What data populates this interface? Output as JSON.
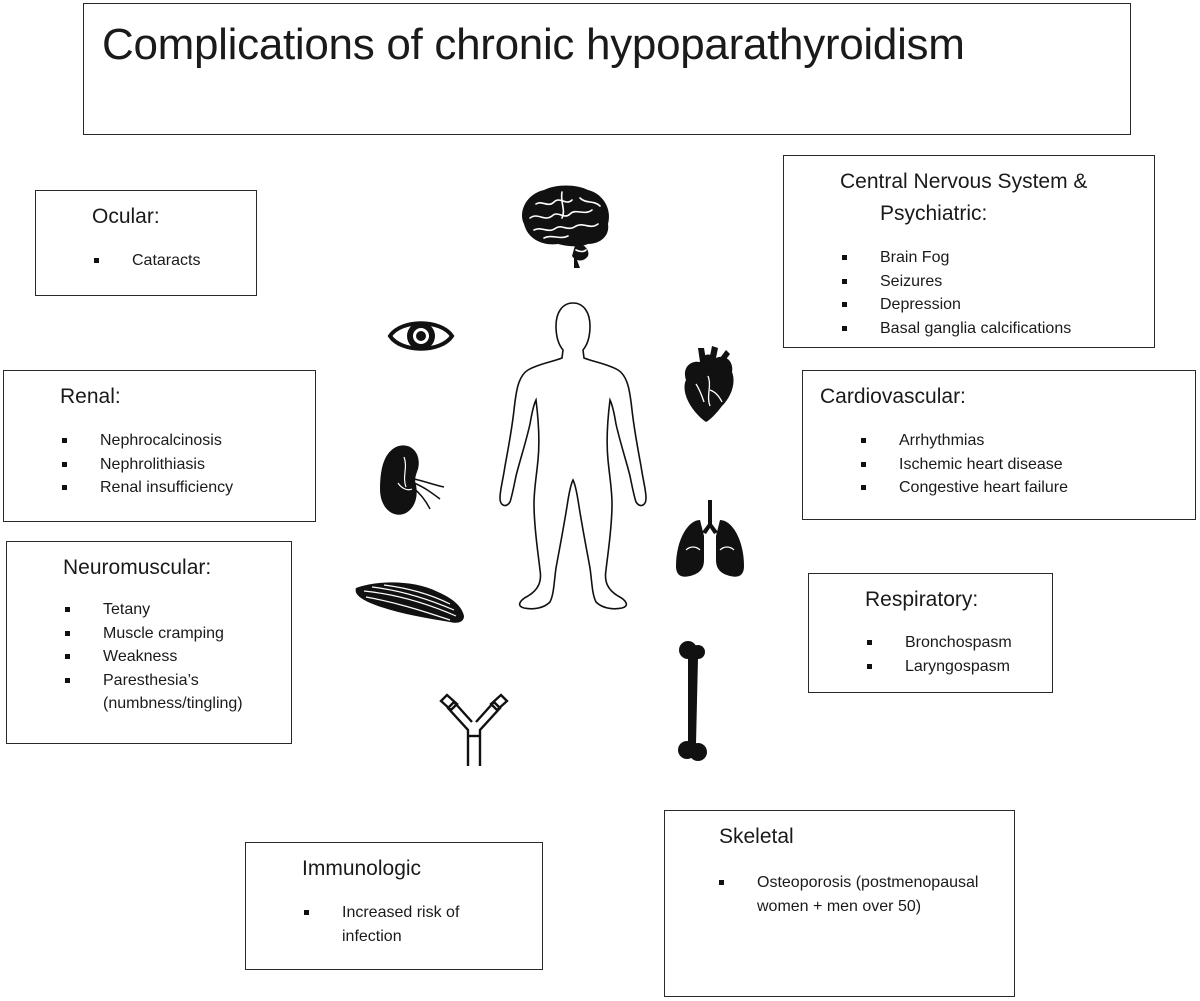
{
  "title": "Complications of chronic hypoparathyroidism",
  "categories": {
    "ocular": {
      "heading": "Ocular:",
      "items": [
        "Cataracts"
      ]
    },
    "cns": {
      "heading_line1": "Central Nervous System &",
      "heading_line2": "Psychiatric:",
      "items": [
        "Brain Fog",
        "Seizures",
        "Depression",
        "Basal ganglia calcifications"
      ]
    },
    "renal": {
      "heading": "Renal:",
      "items": [
        "Nephrocalcinosis",
        "Nephrolithiasis",
        "Renal insufficiency"
      ]
    },
    "cardiovascular": {
      "heading": "Cardiovascular:",
      "items": [
        "Arrhythmias",
        "Ischemic heart disease",
        "Congestive heart failure"
      ]
    },
    "neuromuscular": {
      "heading": "Neuromuscular:",
      "items": [
        "Tetany",
        "Muscle cramping",
        "Weakness",
        "Paresthesia’s (numbness/tingling)"
      ]
    },
    "respiratory": {
      "heading": "Respiratory:",
      "items": [
        "Bronchospasm",
        "Laryngospasm"
      ]
    },
    "skeletal": {
      "heading": "Skeletal",
      "items": [
        "Osteoporosis (postmenopausal women + men over 50)"
      ]
    },
    "immunologic": {
      "heading": "Immunologic",
      "items": [
        "Increased risk of infection"
      ]
    }
  },
  "icons": [
    "brain-icon",
    "eye-icon",
    "heart-icon",
    "kidney-icon",
    "lungs-icon",
    "muscle-icon",
    "bone-icon",
    "antibody-icon",
    "human-body-icon"
  ]
}
